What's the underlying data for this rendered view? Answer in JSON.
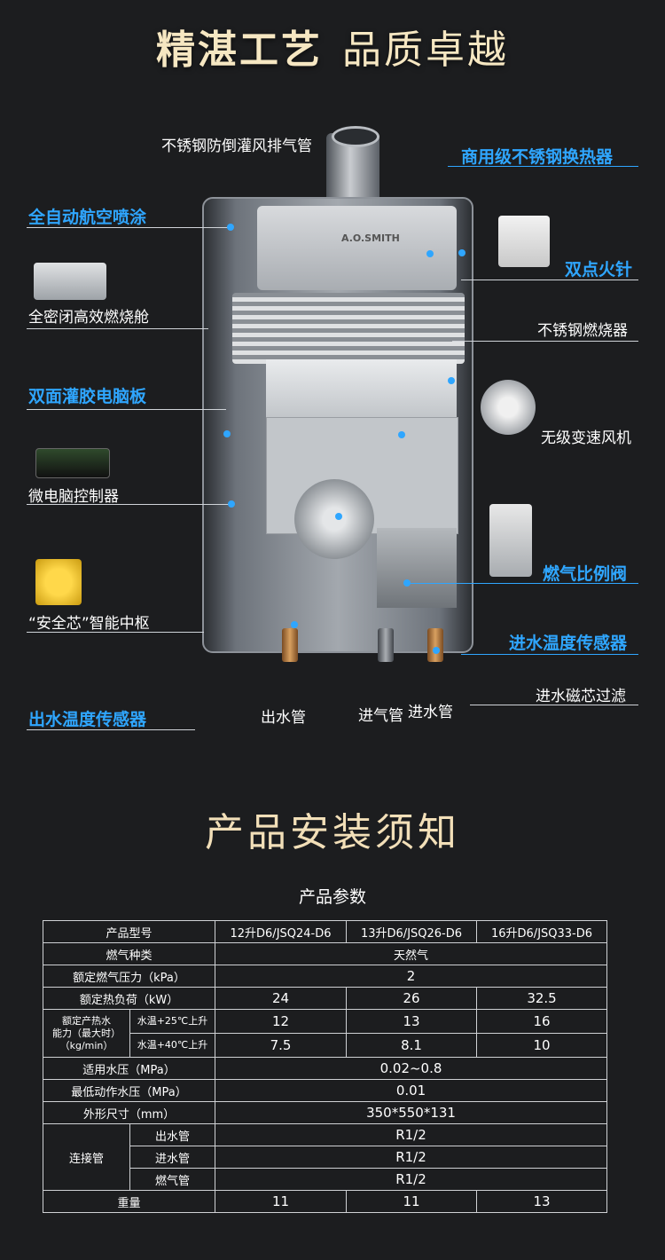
{
  "header": {
    "title_part1": "精湛工艺",
    "title_part2": "品质卓越"
  },
  "diagram": {
    "labels": {
      "exhaust_pipe": "不锈钢防倒灌风排气管",
      "heat_exchanger": "商用级不锈钢换热器",
      "auto_spray": "全自动航空喷涂",
      "dual_ignition": "双点火针",
      "sealed_chamber": "全密闭高效燃烧舱",
      "ss_burner": "不锈钢燃烧器",
      "pcb_potting": "双面灌胶电脑板",
      "fan": "无级变速风机",
      "controller": "微电脑控制器",
      "gas_valve": "燃气比例阀",
      "safety_chip_open_quote": "“",
      "safety_chip_name": "安全芯",
      "safety_chip_rest": "”智能中枢",
      "inlet_temp_sensor": "进水温度传感器",
      "magnetic_filter": "进水磁芯过滤",
      "outlet_temp_sensor": "出水温度传感器",
      "outlet_pipe": "出水管",
      "gas_pipe": "进气管",
      "inlet_pipe": "进水管"
    },
    "brand_mark": "A.O.SMITH",
    "colors": {
      "accent_blue": "#2fa6ff",
      "title_gold": "#f6e7c2"
    }
  },
  "install": {
    "heading": "产品安装须知",
    "table_caption": "产品参数"
  },
  "spec_table": {
    "model_label": "产品型号",
    "models": [
      "12升D6/JSQ24-D6",
      "13升D6/JSQ26-D6",
      "16升D6/JSQ33-D6"
    ],
    "gas_type_label": "燃气种类",
    "gas_type_value": "天然气",
    "gas_pressure_label": "额定燃气压力（kPa）",
    "gas_pressure_value": "2",
    "heat_load_label": "额定热负荷（kW）",
    "heat_load": [
      "24",
      "26",
      "32.5"
    ],
    "hot_water_label_line1": "额定产热水",
    "hot_water_label_line2": "能力（最大时）",
    "hot_water_label_line3": "（kg/min）",
    "rise25_label": "水温+25℃上升",
    "rise25": [
      "12",
      "13",
      "16"
    ],
    "rise40_label": "水温+40℃上升",
    "rise40": [
      "7.5",
      "8.1",
      "10"
    ],
    "water_pressure_label": "适用水压（MPa）",
    "water_pressure_value": "0.02~0.8",
    "min_pressure_label": "最低动作水压（MPa）",
    "min_pressure_value": "0.01",
    "dimension_label": "外形尺寸（mm）",
    "dimension_value": "350*550*131",
    "connection_label": "连接管",
    "conn_outlet_label": "出水管",
    "conn_outlet_value": "R1/2",
    "conn_inlet_label": "进水管",
    "conn_inlet_value": "R1/2",
    "conn_gas_label": "燃气管",
    "conn_gas_value": "R1/2",
    "weight_label": "重量",
    "weight": [
      "11",
      "11",
      "13"
    ]
  }
}
